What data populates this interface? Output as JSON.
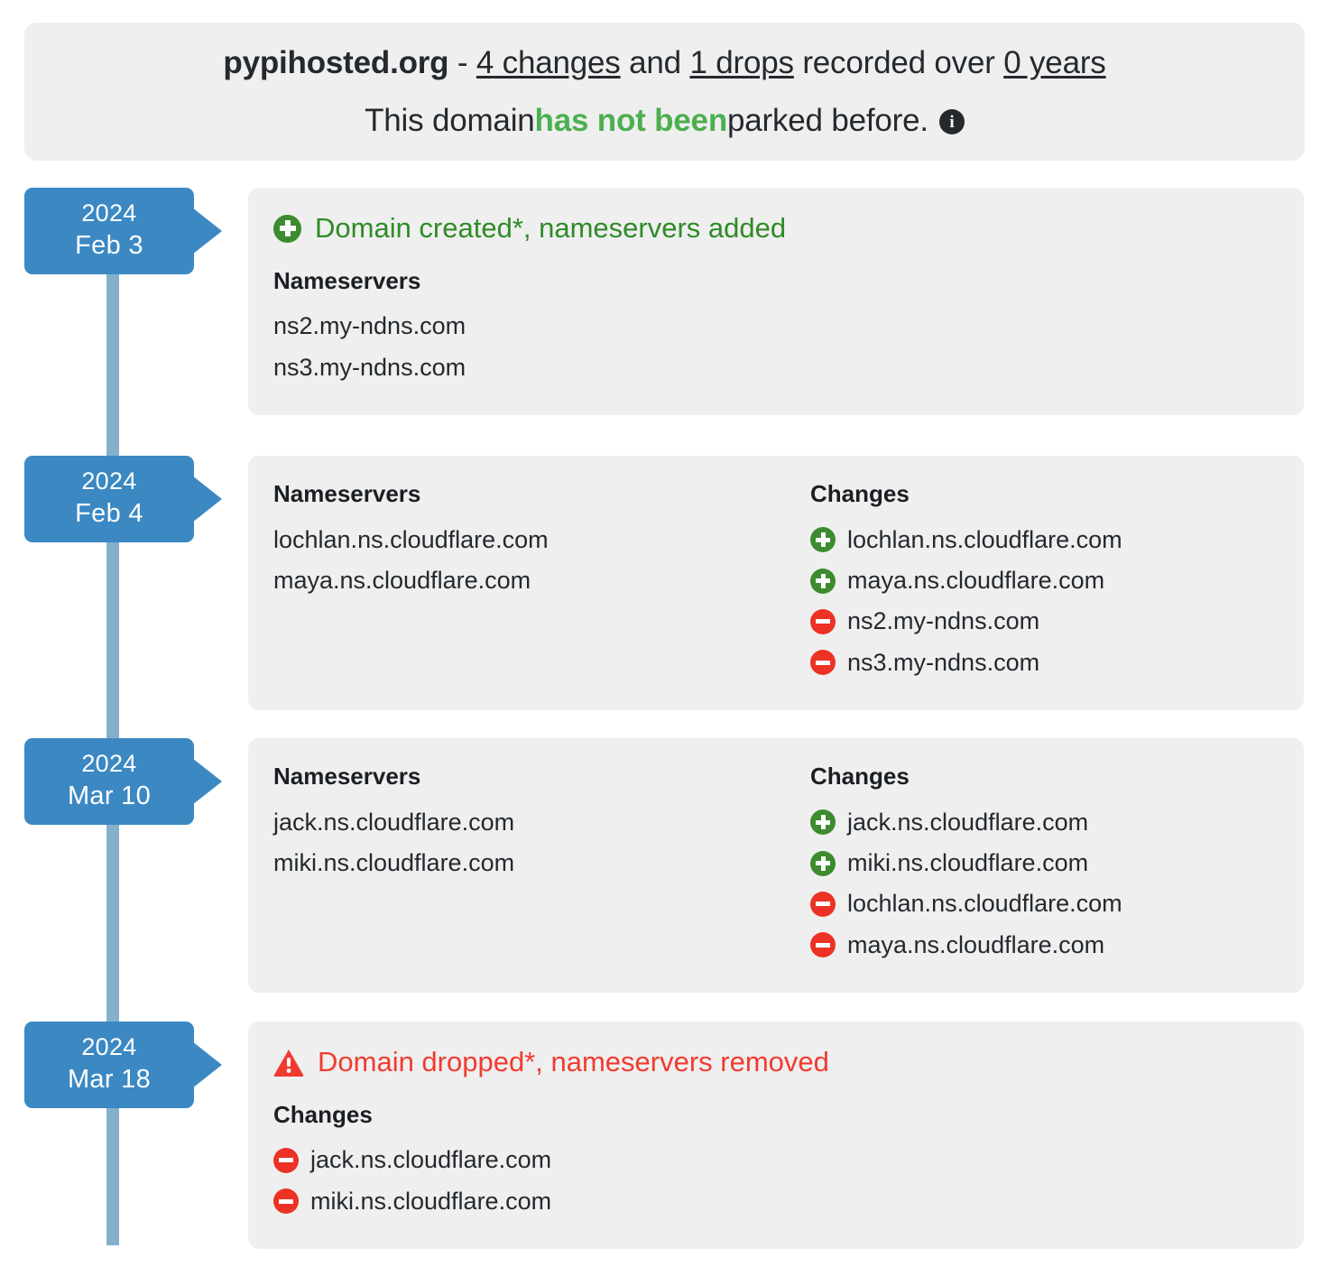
{
  "summary": {
    "domain": "pypihosted.org",
    "separator": " - ",
    "changes_count": "4 changes",
    "conjunction": " and ",
    "drops_count": "1 drops",
    "recorded_over": " recorded over ",
    "years": "0 years",
    "parked_prefix": "This domain ",
    "parked_accent": "has not been",
    "parked_suffix": " parked before.",
    "info_glyph": "i"
  },
  "colors": {
    "accent_green": "#4caf50",
    "badge_blue": "#3b88c3",
    "spine_blue": "#85b0cc",
    "created_green": "#2e8b26",
    "dropped_red": "#f23b2f",
    "panel_gray": "#efefef"
  },
  "events": [
    {
      "year": "2024",
      "day": "Feb 3",
      "heading": "Domain created*, nameservers added",
      "heading_type": "created",
      "heading_icon": "plus-circle-icon",
      "nameservers_title": "Nameservers",
      "nameservers": [
        "ns2.my-ndns.com",
        "ns3.my-ndns.com"
      ],
      "changes_title": "",
      "changes": []
    },
    {
      "year": "2024",
      "day": "Feb 4",
      "heading": "",
      "heading_type": "none",
      "heading_icon": "",
      "nameservers_title": "Nameservers",
      "nameservers": [
        "lochlan.ns.cloudflare.com",
        "maya.ns.cloudflare.com"
      ],
      "changes_title": "Changes",
      "changes": [
        {
          "op": "added",
          "icon": "plus-circle-icon",
          "value": "lochlan.ns.cloudflare.com"
        },
        {
          "op": "added",
          "icon": "plus-circle-icon",
          "value": "maya.ns.cloudflare.com"
        },
        {
          "op": "removed",
          "icon": "minus-circle-icon",
          "value": "ns2.my-ndns.com"
        },
        {
          "op": "removed",
          "icon": "minus-circle-icon",
          "value": "ns3.my-ndns.com"
        }
      ]
    },
    {
      "year": "2024",
      "day": "Mar 10",
      "heading": "",
      "heading_type": "none",
      "heading_icon": "",
      "nameservers_title": "Nameservers",
      "nameservers": [
        "jack.ns.cloudflare.com",
        "miki.ns.cloudflare.com"
      ],
      "changes_title": "Changes",
      "changes": [
        {
          "op": "added",
          "icon": "plus-circle-icon",
          "value": "jack.ns.cloudflare.com"
        },
        {
          "op": "added",
          "icon": "plus-circle-icon",
          "value": "miki.ns.cloudflare.com"
        },
        {
          "op": "removed",
          "icon": "minus-circle-icon",
          "value": "lochlan.ns.cloudflare.com"
        },
        {
          "op": "removed",
          "icon": "minus-circle-icon",
          "value": "maya.ns.cloudflare.com"
        }
      ]
    },
    {
      "year": "2024",
      "day": "Mar 18",
      "heading": "Domain dropped*, nameservers removed",
      "heading_type": "dropped",
      "heading_icon": "warning-triangle-icon",
      "nameservers_title": "",
      "nameservers": [],
      "changes_title": "Changes",
      "changes": [
        {
          "op": "removed",
          "icon": "minus-circle-icon",
          "value": "jack.ns.cloudflare.com"
        },
        {
          "op": "removed",
          "icon": "minus-circle-icon",
          "value": "miki.ns.cloudflare.com"
        }
      ]
    }
  ]
}
